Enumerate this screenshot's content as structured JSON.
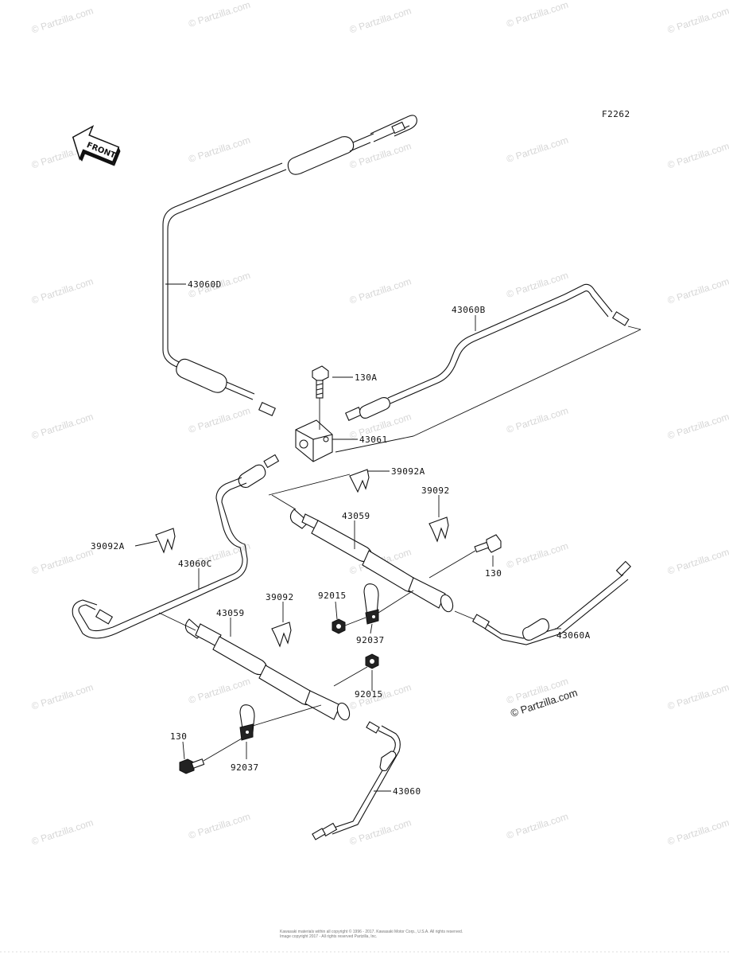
{
  "figure_code": "F2262",
  "front_marker": "FRONT",
  "watermark": "© Partzilla.com",
  "watermark_prominent": "© Partzilla.com",
  "footer_lines": [
    "Kawasaki materials within all copyright © 1996 - 2017. Kawasaki Motor Corp., U.S.A. All rights reserved.",
    "Image copyright 2017 - All rights reserved Partzilla, Inc."
  ],
  "parts": [
    {
      "id": "p-43060d",
      "label": "43060D"
    },
    {
      "id": "p-43060b",
      "label": "43060B"
    },
    {
      "id": "p-130a",
      "label": "130A"
    },
    {
      "id": "p-43061",
      "label": "43061"
    },
    {
      "id": "p-39092a-top",
      "label": "39092A"
    },
    {
      "id": "p-39092-top",
      "label": "39092"
    },
    {
      "id": "p-43059-top",
      "label": "43059"
    },
    {
      "id": "p-130-right",
      "label": "130"
    },
    {
      "id": "p-39092a-left",
      "label": "39092A"
    },
    {
      "id": "p-43060c",
      "label": "43060C"
    },
    {
      "id": "p-39092-mid",
      "label": "39092"
    },
    {
      "id": "p-92015-a",
      "label": "92015"
    },
    {
      "id": "p-43059-mid",
      "label": "43059"
    },
    {
      "id": "p-92037-a",
      "label": "92037"
    },
    {
      "id": "p-43060a",
      "label": "43060A"
    },
    {
      "id": "p-92015-b",
      "label": "92015"
    },
    {
      "id": "p-130-left",
      "label": "130"
    },
    {
      "id": "p-92037-b",
      "label": "92037"
    },
    {
      "id": "p-43060",
      "label": "43060"
    }
  ]
}
